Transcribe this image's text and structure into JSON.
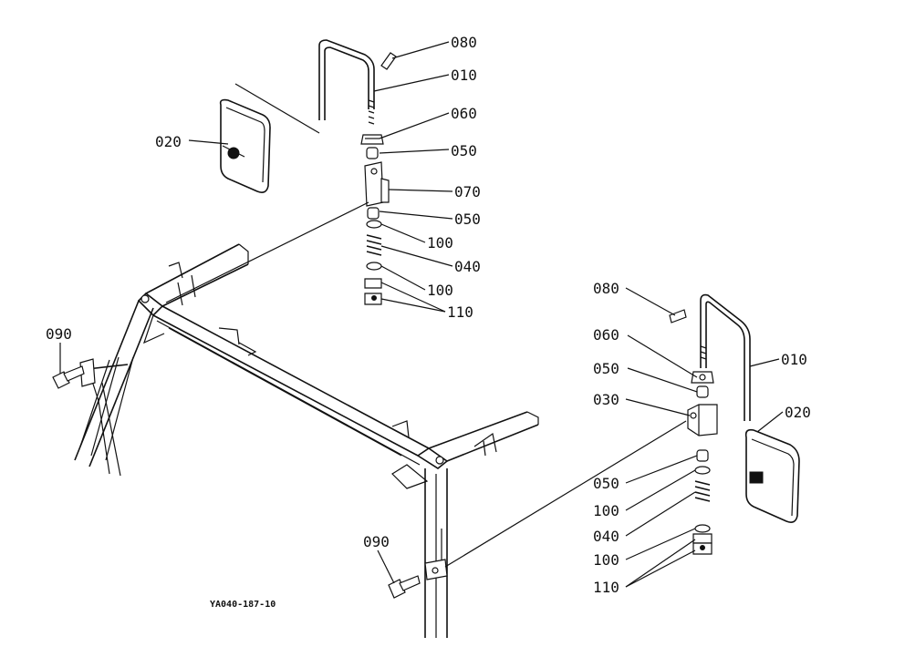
{
  "callouts_left": [
    {
      "id": "080",
      "label": "080"
    },
    {
      "id": "010",
      "label": "010"
    },
    {
      "id": "060",
      "label": "060"
    },
    {
      "id": "050a",
      "label": "050"
    },
    {
      "id": "020",
      "label": "020"
    },
    {
      "id": "070",
      "label": "070"
    },
    {
      "id": "050b",
      "label": "050"
    },
    {
      "id": "100a",
      "label": "100"
    },
    {
      "id": "040",
      "label": "040"
    },
    {
      "id": "100b",
      "label": "100"
    },
    {
      "id": "110",
      "label": "110"
    }
  ],
  "callouts_right": [
    {
      "id": "080",
      "label": "080"
    },
    {
      "id": "060",
      "label": "060"
    },
    {
      "id": "010",
      "label": "010"
    },
    {
      "id": "050a",
      "label": "050"
    },
    {
      "id": "030",
      "label": "030"
    },
    {
      "id": "020",
      "label": "020"
    },
    {
      "id": "050b",
      "label": "050"
    },
    {
      "id": "100a",
      "label": "100"
    },
    {
      "id": "040",
      "label": "040"
    },
    {
      "id": "100b",
      "label": "100"
    },
    {
      "id": "110",
      "label": "110"
    }
  ],
  "callouts_frame": [
    {
      "id": "090L",
      "label": "090"
    },
    {
      "id": "090R",
      "label": "090"
    }
  ],
  "drawing_code": "YA040-187-10"
}
